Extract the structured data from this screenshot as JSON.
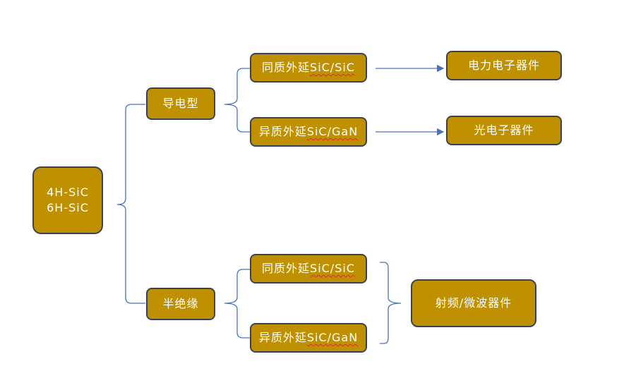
{
  "diagram": {
    "root": {
      "line1": "4H-SiC",
      "line2": "6H-SiC"
    },
    "branches": {
      "conductive": {
        "label": "导电型"
      },
      "semi_insulating": {
        "label": "半绝缘"
      }
    },
    "epitaxy": {
      "homo_1": {
        "prefix": "同质外延",
        "material": "SiC/SiC"
      },
      "hetero_1": {
        "prefix": "异质外延",
        "material": "SiC/GaN"
      },
      "homo_2": {
        "prefix": "同质外延",
        "material": "SiC/SiC"
      },
      "hetero_2": {
        "prefix": "异质外延",
        "material": "SiC/GaN"
      }
    },
    "applications": {
      "power": {
        "label": "电力电子器件"
      },
      "opto": {
        "label": "光电子器件"
      },
      "rf": {
        "label": "射频/微波器件"
      }
    }
  }
}
